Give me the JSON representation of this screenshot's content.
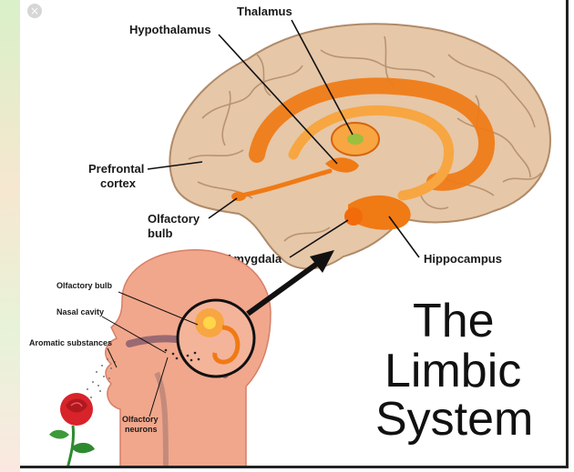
{
  "close_icon_glyph": "×",
  "labels": {
    "thalamus": "Thalamus",
    "hypothalamus": "Hypothalamus",
    "prefrontal_1": "Prefrontal",
    "prefrontal_2": "cortex",
    "olfactory_bulb_1": "Olfactory",
    "olfactory_bulb_2": "bulb",
    "amygdala": "Amygdala",
    "hippocampus": "Hippocampus",
    "olfactory_bulb_small": "Olfactory bulb",
    "nasal_cavity": "Nasal cavity",
    "aromatic_substances": "Aromatic substances",
    "olfactory_neurons_1": "Olfactory",
    "olfactory_neurons_2": "neurons"
  },
  "title": {
    "line1": "The",
    "line2": "Limbic",
    "line3": "System"
  },
  "colors": {
    "brain": "#e6c7a8",
    "brain_fold": "#b08a68",
    "limbic": "#f07a14",
    "limbic_light": "#f7a641",
    "skin": "#f1a78c",
    "rose": "#d8232a",
    "stem": "#2f8a2f"
  }
}
